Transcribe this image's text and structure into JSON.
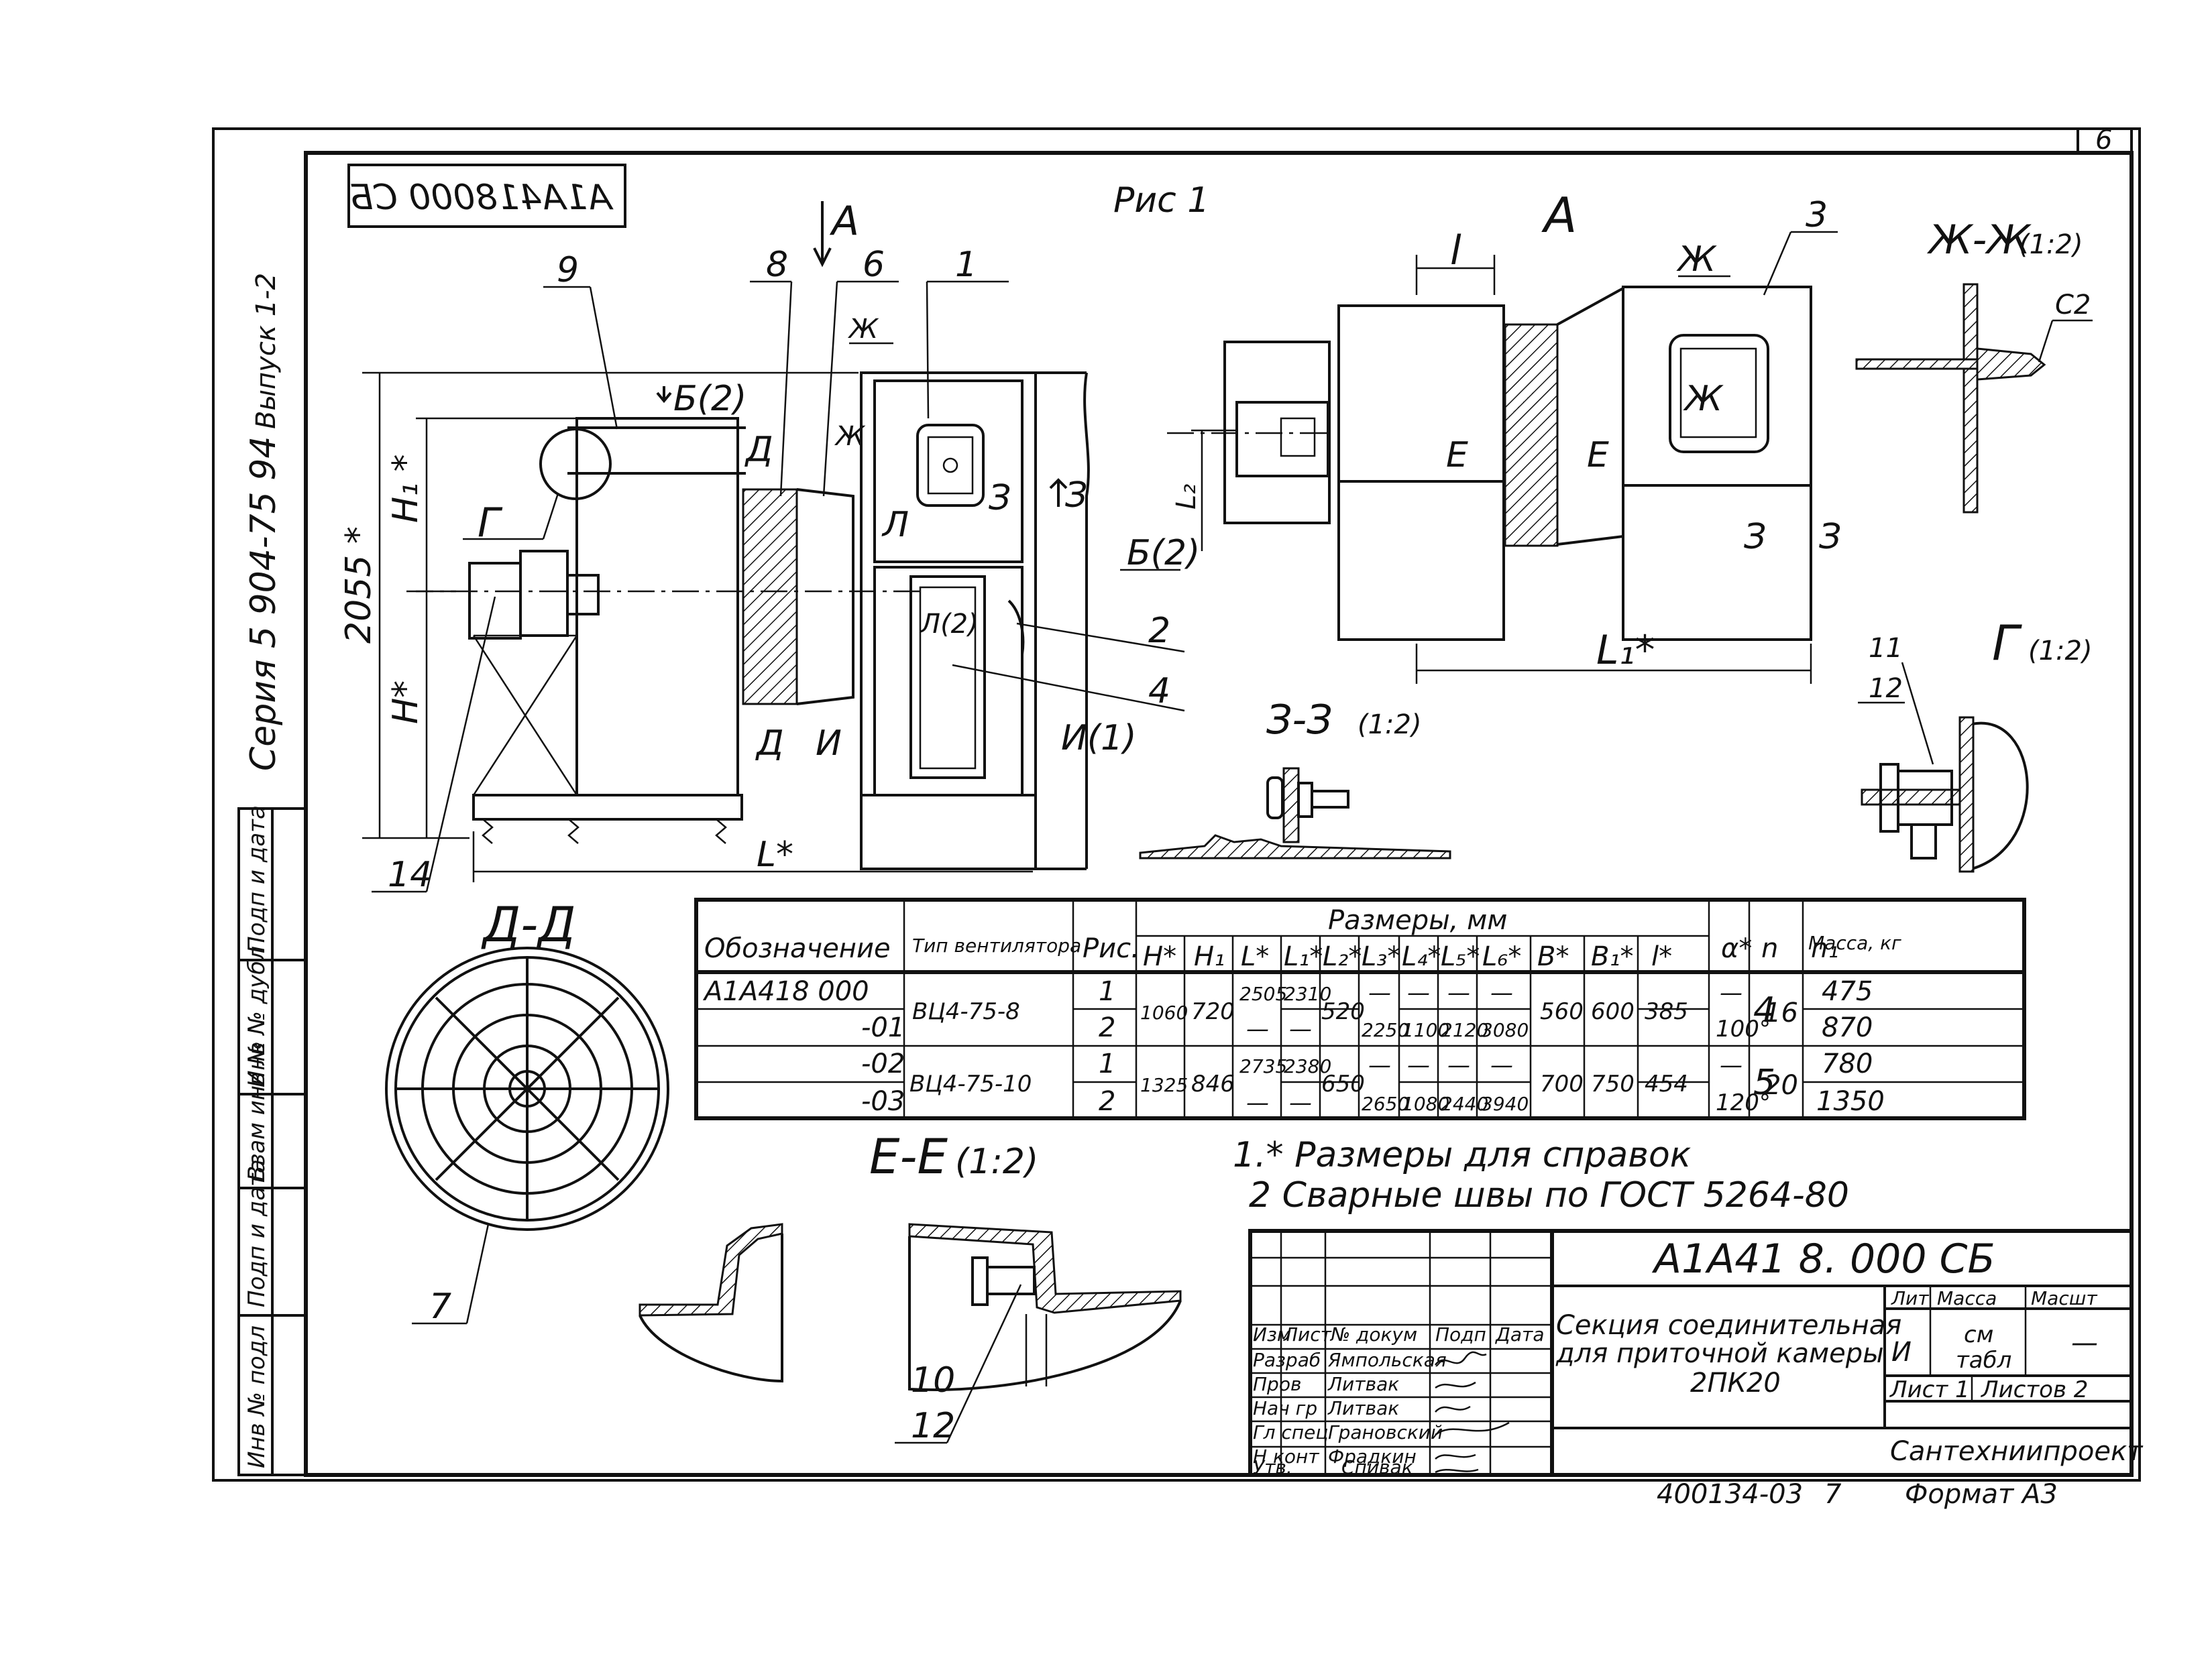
{
  "sheet": {
    "page_number": "6",
    "stamp_mirrored": "А1А418000 СБ",
    "figure_label": "Рис 1",
    "series_side": "Серия 5 904-75 94",
    "issue_side": "Выпуск 1-2",
    "side_columns": [
      "Инв № подл",
      "Подп и дата",
      "Взам инв №",
      "Инв № дубл",
      "Подп и дата"
    ]
  },
  "main_view": {
    "callouts": [
      "9",
      "8",
      "6",
      "1",
      "2",
      "4",
      "14"
    ],
    "view_arrow_A": "А",
    "section_marks": [
      "Б(2)",
      "Д",
      "Ж",
      "Ж",
      "З",
      "З",
      "Г",
      "Л",
      "Л(2)",
      "Д",
      "И",
      "И(1)"
    ],
    "dims": {
      "overall_height": "2055 *",
      "H1": "H₁ *",
      "H": "H*",
      "L": "L*"
    }
  },
  "view_A": {
    "title": "А",
    "callouts": [
      "3"
    ],
    "marks": [
      "Ж",
      "Ж",
      "Е",
      "Е",
      "З",
      "З",
      "Б(2)"
    ],
    "dims": {
      "l": "l",
      "L2": "L₂",
      "L1": "L₁*"
    }
  },
  "sections": {
    "zh_zh": {
      "title": "Ж-Ж",
      "scale": "(1:2)",
      "weld": "С2"
    },
    "g": {
      "title": "Г",
      "scale": "(1:2)",
      "callouts": [
        "11",
        "12"
      ]
    },
    "z_z": {
      "title": "З-З",
      "scale": "(1:2)"
    },
    "d_d": {
      "title": "Д-Д",
      "callouts": [
        "7"
      ]
    },
    "e_e": {
      "title": "Е-Е",
      "scale": "(1:2)",
      "callouts": [
        "10",
        "12"
      ]
    }
  },
  "table": {
    "group_header": "Размеры, мм",
    "headers": [
      "Обозначение",
      "Тип вентилятора",
      "Рис.",
      "H*",
      "H₁",
      "L*",
      "L₁*",
      "L₂*",
      "L₃*",
      "L₄*",
      "L₅*",
      "L₆*",
      "B*",
      "B₁*",
      "l*",
      "α*",
      "n",
      "n₁",
      "Масса, кг"
    ],
    "rows": [
      {
        "designation": "А1А418 000",
        "fan": "ВЦ4-75-8",
        "fig": "1",
        "L": "2505",
        "L1": "2310",
        "L3": "—",
        "L4": "—",
        "L5": "—",
        "L6": "—",
        "alpha": "—",
        "mass": "475"
      },
      {
        "designation": "-01",
        "fan": "",
        "fig": "2",
        "L": "—",
        "L1": "—",
        "L3": "2250",
        "L4": "1100",
        "L5": "2120",
        "L6": "3080",
        "alpha": "100°",
        "mass": "870"
      },
      {
        "designation": "-02",
        "fan": "ВЦ4-75-10",
        "fig": "1",
        "L": "2735",
        "L1": "2380",
        "L3": "—",
        "L4": "—",
        "L5": "—",
        "L6": "—",
        "alpha": "—",
        "mass": "780"
      },
      {
        "designation": "-03",
        "fan": "",
        "fig": "2",
        "L": "—",
        "L1": "—",
        "L3": "2650",
        "L4": "1080",
        "L5": "2440",
        "L6": "3940",
        "alpha": "120°",
        "mass": "1350"
      }
    ],
    "group1": {
      "H": "1060",
      "H1": "720",
      "L2": "520",
      "B": "560",
      "B1": "600",
      "l": "385",
      "n": "4",
      "n1": "16"
    },
    "group2": {
      "H": "1325",
      "H1": "846",
      "L2": "650",
      "B": "700",
      "B1": "750",
      "l": "454",
      "n": "5",
      "n1": "20"
    }
  },
  "notes": [
    "1.* Размеры для справок",
    "2 Сварные швы по ГОСТ 5264-80"
  ],
  "title_block": {
    "designation": "А1А41 8. 000 СБ",
    "name_line1": "Секция соединительная",
    "name_line2": "для приточной камеры",
    "name_line3": "2ПК20",
    "col_headers": [
      "Изм",
      "Лист",
      "№ докум",
      "Подп",
      "Дата"
    ],
    "roles": [
      {
        "role": "Разраб",
        "name": "Ямпольская"
      },
      {
        "role": "Пров",
        "name": "Литвак"
      },
      {
        "role": "Нач гр",
        "name": "Литвак"
      },
      {
        "role": "Гл спец",
        "name": "Грановский"
      },
      {
        "role": "Н конт",
        "name": "Фрадкин"
      },
      {
        "role": "Утв.",
        "name": "Спивак"
      }
    ],
    "lit_header": "Лит",
    "mass_header": "Масса",
    "scale_header": "Масшт",
    "lit_value": "И",
    "mass_value_1": "см",
    "mass_value_2": "табл",
    "scale_value": "—",
    "sheet_label": "Лист 1",
    "sheets_label": "Листов 2",
    "organization": "Сантехниипроект"
  },
  "footer": {
    "archive_no": "400134-03",
    "copy_no": "7",
    "format": "Формат А3"
  }
}
